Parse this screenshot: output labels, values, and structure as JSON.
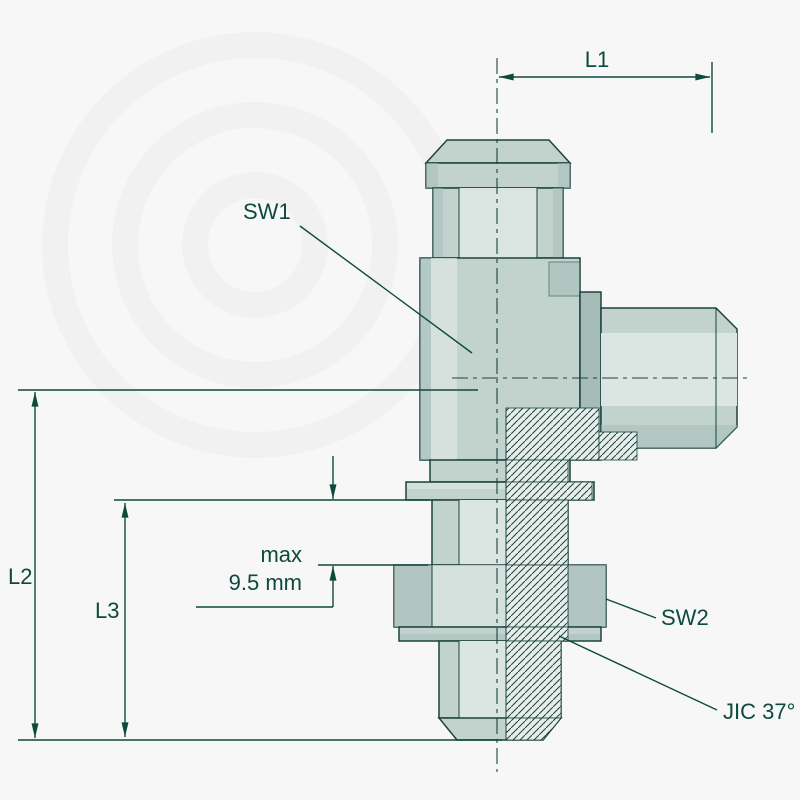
{
  "title": "Hydraulic adapter fitting technical drawing",
  "colors": {
    "background": "#f6f7f6",
    "line": "#1b443c",
    "dimension": "#0d4a3d",
    "fill_mid": "#c2d3ce",
    "fill_light": "#dbe5e2",
    "fill_dark": "#a6bdb7",
    "hatch_bg": "#e6edea"
  },
  "labels": {
    "l1": "L1",
    "l2": "L2",
    "l3": "L3",
    "sw1": "SW1",
    "sw2": "SW2",
    "max_line1": "max",
    "max_line2": "9.5 mm",
    "jic": "JIC 37°"
  }
}
